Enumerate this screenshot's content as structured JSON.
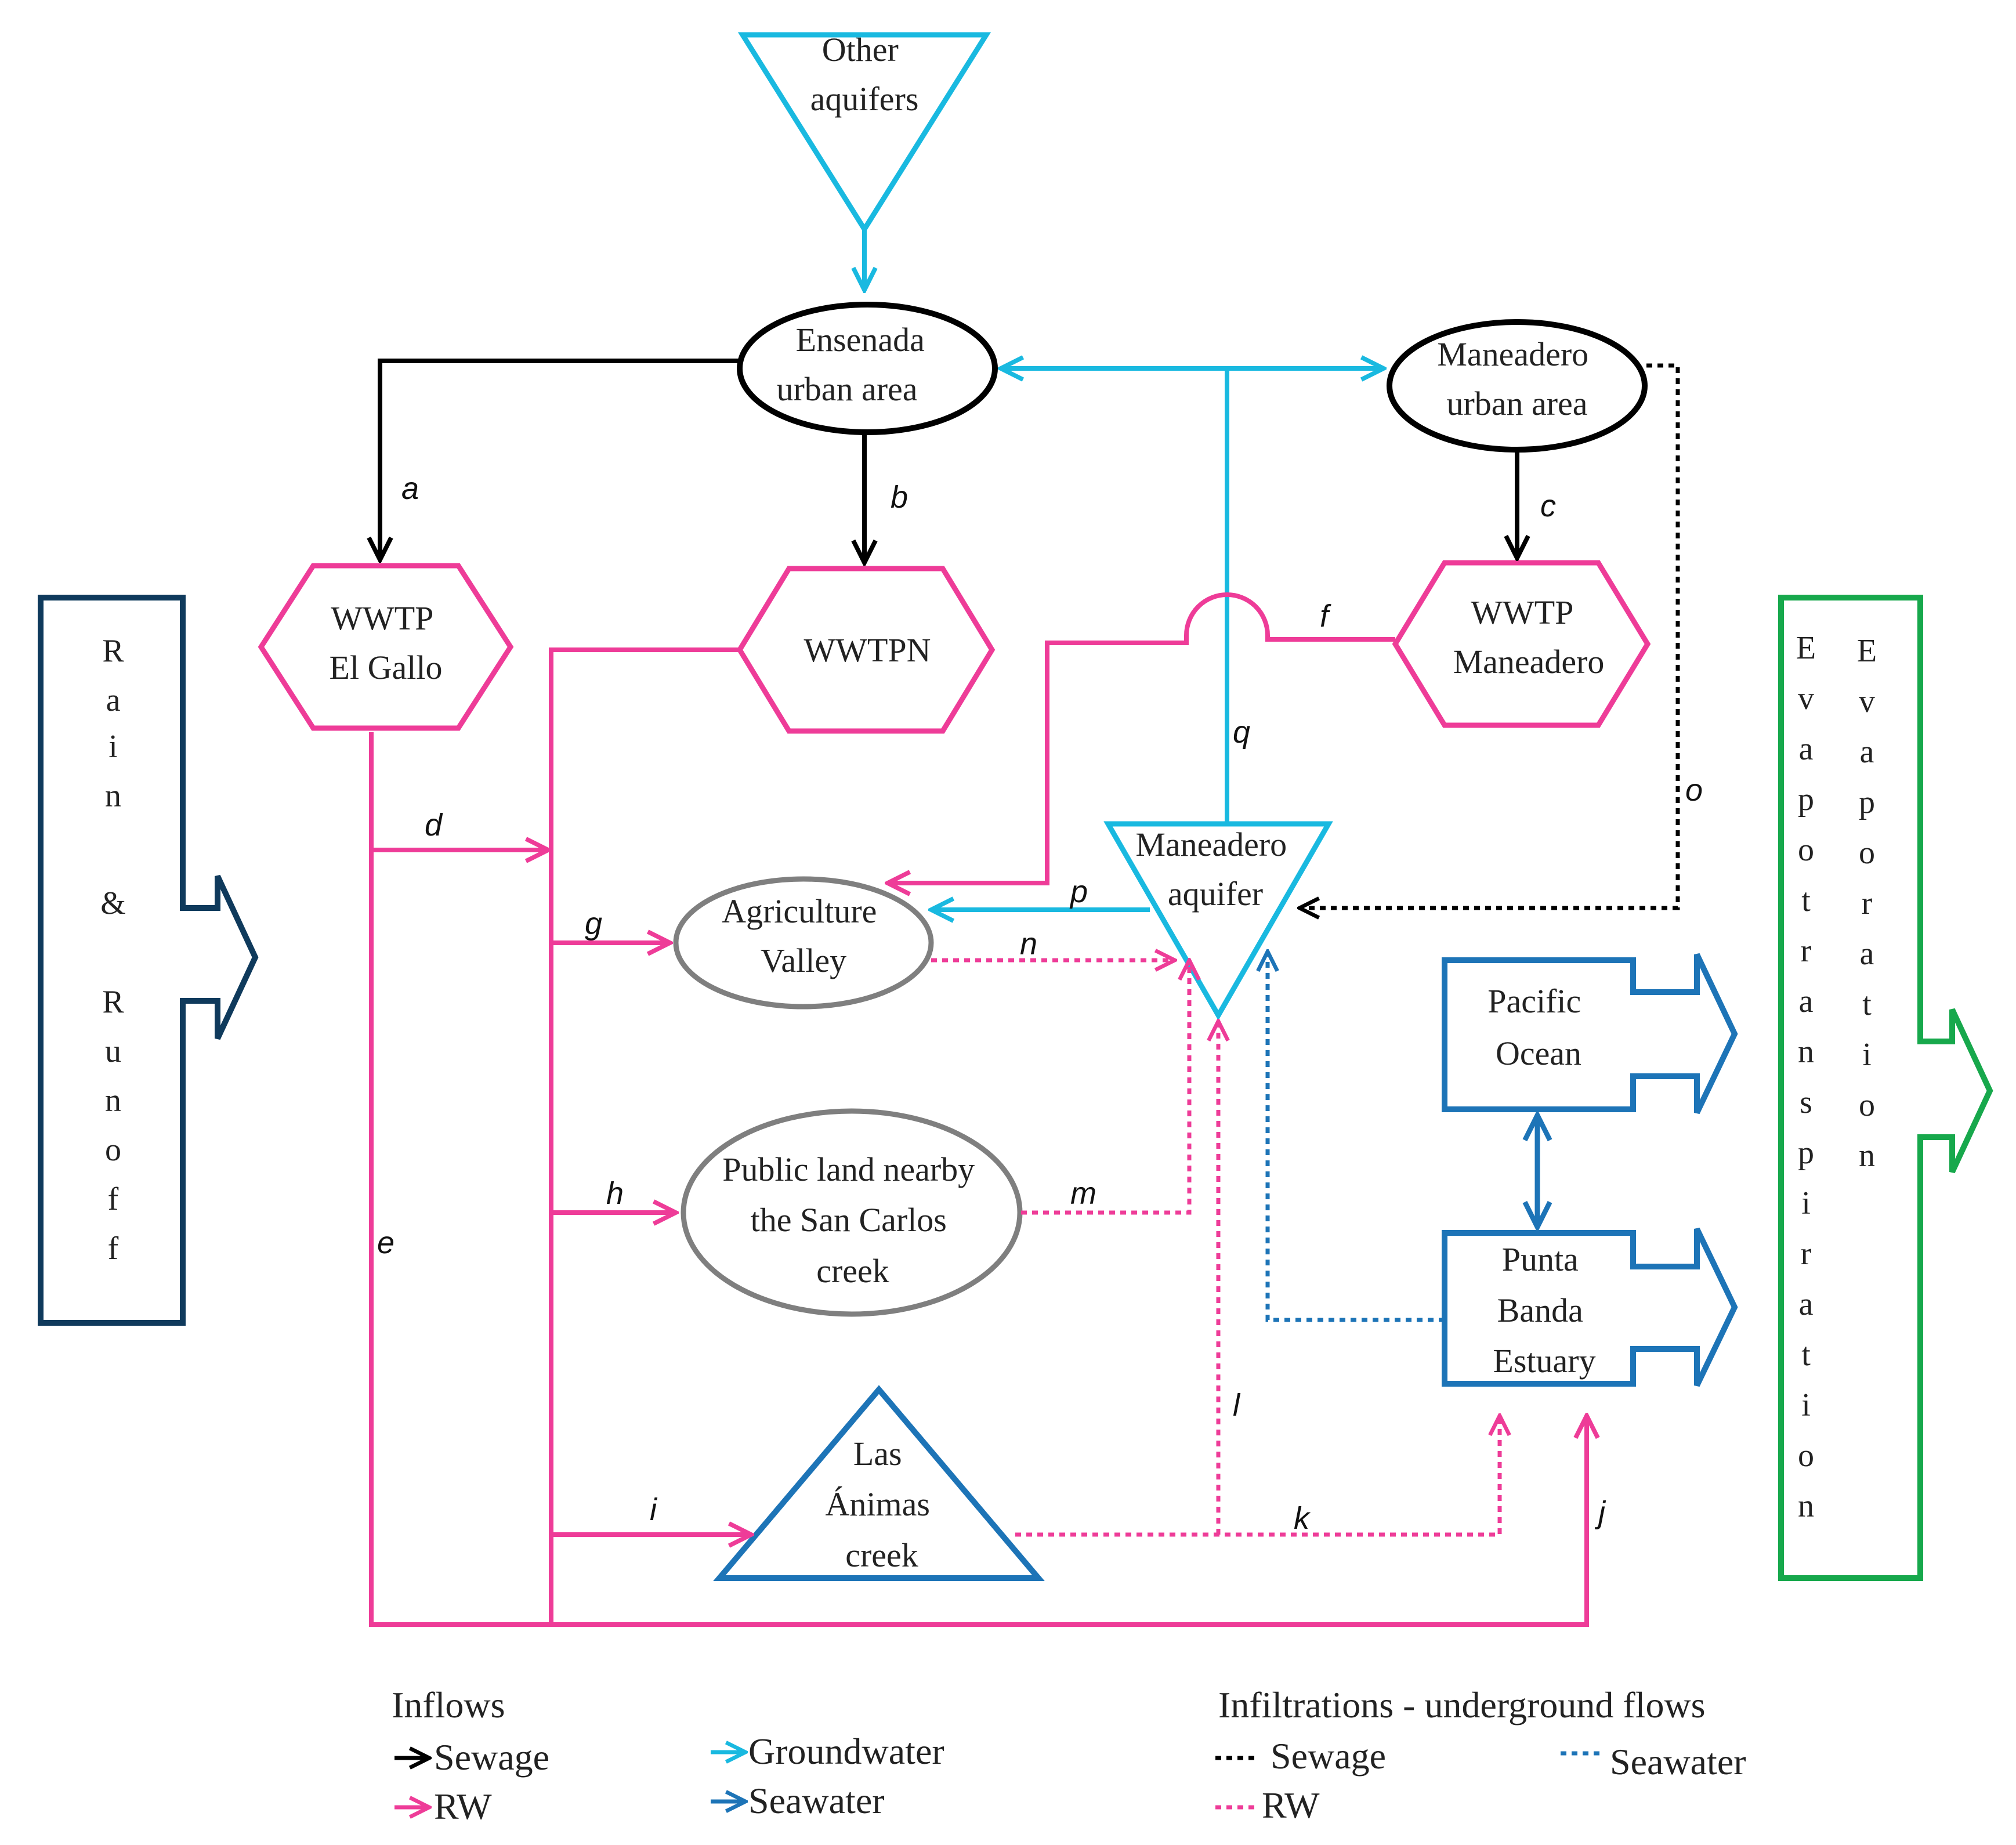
{
  "colors": {
    "sewage": "#000000",
    "rw": "#ee3c98",
    "groundwater": "#19b9e0",
    "seawater": "#1d74b7",
    "rain": "#0f3a5c",
    "evap": "#17a84c",
    "gray": "#7f7f7f"
  },
  "nodes": {
    "other_aquifers": [
      "Other",
      "aquifers"
    ],
    "ensenada": [
      "Ensenada",
      "urban area"
    ],
    "maneadero_urban": [
      "Maneadero",
      "urban area"
    ],
    "wwtp_el_gallo": [
      "WWTP",
      "El Gallo"
    ],
    "wwtpn": [
      "WWTPN"
    ],
    "wwtp_maneadero": [
      "WWTP",
      "Maneadero"
    ],
    "maneadero_aquifer": [
      "Maneadero",
      "aquifer"
    ],
    "agriculture": [
      "Agriculture",
      "Valley"
    ],
    "public_land": [
      "Public land nearby",
      "the San Carlos",
      "creek"
    ],
    "animas": [
      "Las",
      "Ánimas",
      "creek"
    ],
    "pacific": [
      "Pacific",
      "Ocean"
    ],
    "punta_banda": [
      "Punta",
      "Banda",
      "Estuary"
    ],
    "rain_runoff": [
      "R",
      "a",
      "i",
      "n",
      "&",
      "R",
      "u",
      "n",
      "o",
      "f",
      "f"
    ],
    "evapotranspiration": [
      "E",
      "v",
      "a",
      "p",
      "o",
      "t",
      "r",
      "a",
      "n",
      "s",
      "p",
      "i",
      "r",
      "a",
      "t",
      "i",
      "o",
      "n"
    ],
    "evaporation": [
      "E",
      "v",
      "a",
      "p",
      "o",
      "r",
      "a",
      "t",
      "i",
      "o",
      "n"
    ]
  },
  "flows": {
    "a": "a",
    "b": "b",
    "c": "c",
    "d": "d",
    "e": "e",
    "f": "f",
    "g": "g",
    "h": "h",
    "i": "i",
    "j": "j",
    "k": "k",
    "l": "l",
    "m": "m",
    "n": "n",
    "o": "o",
    "p": "p",
    "q": "q"
  },
  "legend": {
    "inflows_title": "Inflows",
    "inflow_sewage": "Sewage",
    "inflow_rw": "RW",
    "groundwater": "Groundwater",
    "seawater": "Seawater",
    "infiltrations_title": "Infiltrations - underground flows",
    "infil_sewage": "Sewage",
    "infil_rw": "RW",
    "infil_seawater": "Seawater"
  }
}
